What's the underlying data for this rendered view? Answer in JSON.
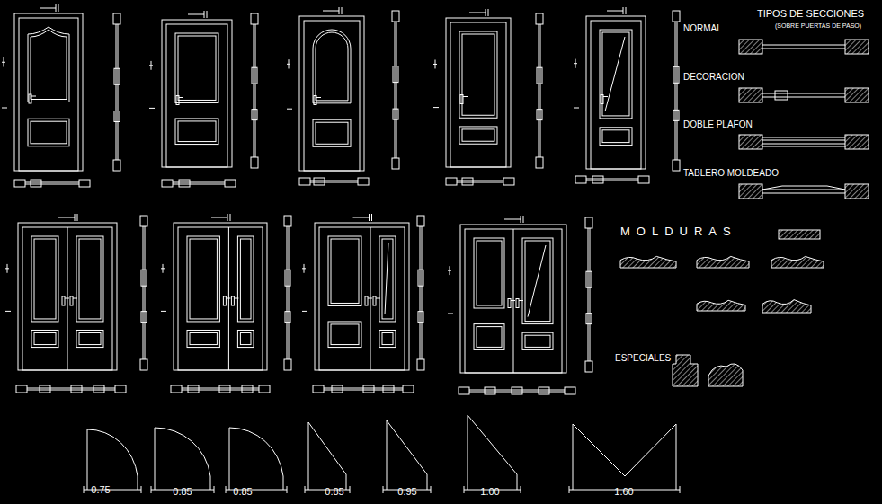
{
  "diagram": {
    "labels": [
      "TIPOS DE SECCIONES",
      "(SOBRE PUERTAS DE PASO)",
      "NORMAL",
      "DECORACION",
      "DOBLE PLAFON",
      "TABLERO MOLDEADO",
      "MOLDURAS",
      "ESPECIALES",
      "0.75",
      "0.85",
      "0.85",
      "0.85",
      "0.95",
      "1.00",
      "1.60"
    ]
  }
}
